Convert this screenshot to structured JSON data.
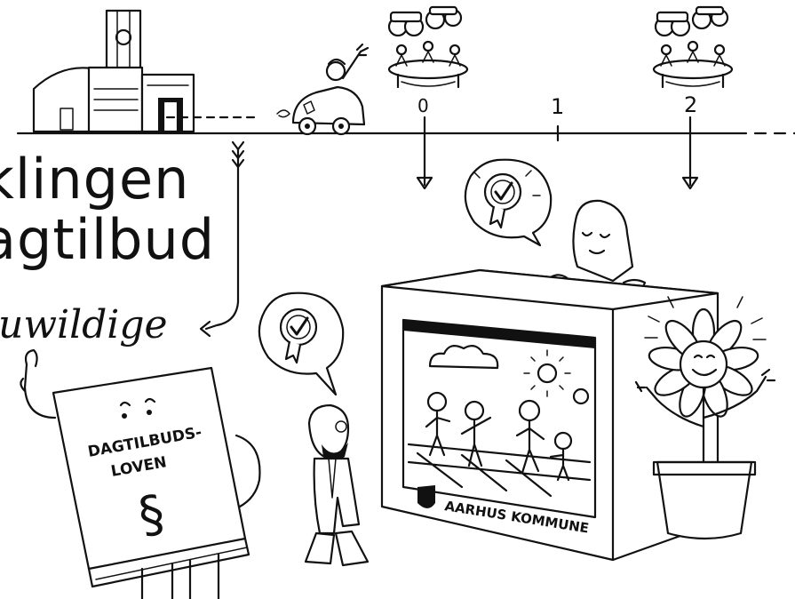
{
  "title_lines": [
    "klingen",
    "agtilbud"
  ],
  "script_line": "uwildige",
  "timeline": {
    "markers": [
      "0",
      "1",
      "2"
    ]
  },
  "book": {
    "title_line1": "DAGTILBUDS-",
    "title_line2": "LOVEN",
    "symbol": "§"
  },
  "box_banner": "AARHUS KOMMUNE",
  "icons": [
    "factory-icon",
    "car-icon",
    "binoculars-icon",
    "meeting-table-icon",
    "quality-seal-icon",
    "person-icon",
    "book-icon",
    "flower-icon",
    "sun-icon",
    "cloud-icon",
    "shield-icon"
  ]
}
